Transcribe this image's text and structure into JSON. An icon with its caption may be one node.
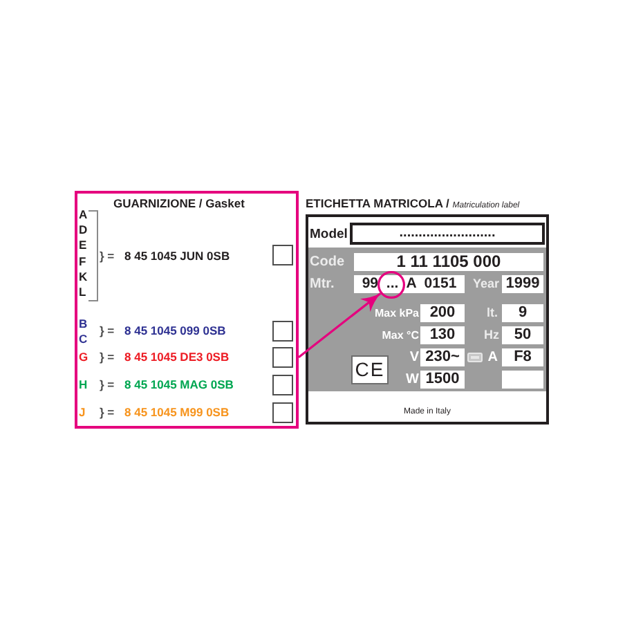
{
  "diagram": {
    "nodes": [
      {
        "text": [
          "GUARNIZIONE / Gasket"
        ]
      },
      {
        "text": [],
        "shape": "box",
        "in": 0
      },
      {
        "text": [],
        "shape": "box",
        "in": 0
      },
      {
        "text": [],
        "shape": "box",
        "in": 0
      },
      {
        "text": [],
        "shape": "box",
        "in": 0
      },
      {
        "text": [],
        "shape": "box",
        "in": 0
      },
      {
        "text": [
          "ETICHETTA MATRICOLA / *Matriculation label*",
          "Made in Italy"
        ]
      },
      {
        "text": [
          "........................."
        ],
        "beside": [
          "Model"
        ],
        "in": 6
      },
      {
        "text": [
          "1 11 1105 000"
        ],
        "beside": [
          "Code"
        ],
        "in": 6
      },
      {
        "text": [
          "99 ... A 0151"
        ],
        "beside": [
          "Mtr."
        ],
        "in": 6
      },
      {
        "text": [
          "1999"
        ],
        "beside": [
          "Year"
        ],
        "in": 6
      },
      {
        "text": [
          "200"
        ],
        "beside": [
          "Max kPa"
        ],
        "in": 6
      },
      {
        "text": [
          "9"
        ],
        "beside": [
          "lt."
        ],
        "in": 6
      },
      {
        "text": [
          "130"
        ],
        "beside": [
          "Max °C"
        ],
        "in": 6
      },
      {
        "text": [
          "50"
        ],
        "beside": [
          "Hz"
        ],
        "in": 6
      },
      {
        "text": [
          "230~"
        ],
        "beside": [
          "V"
        ],
        "in": 6
      },
      {
        "text": [
          "F8"
        ],
        "beside": [
          "A"
        ],
        "in": 6
      },
      {
        "text": [
          "CE"
        ],
        "in": 6
      },
      {
        "text": [
          "1500"
        ],
        "beside": [
          "W"
        ],
        "in": 6
      },
      {
        "text": [],
        "shape": "box",
        "in": 6
      },
      {
        "text": [],
        "shape": "circle",
        "in": 6
      }
    ],
    "edges": [
      {
        "from": 0,
        "to": 20,
        "arrow": "to",
        "color": "#e5007e"
      }
    ],
    "labels": [
      "A",
      "D",
      "E",
      "F",
      "K",
      "L",
      "} =",
      "8 45 1045 JUN 0SB",
      "B",
      "C",
      "} =",
      "8 45 1045 099 0SB",
      "G",
      "} =",
      "8 45 1045 DE3 0SB",
      "H",
      "} =",
      "8 45 1045 MAG 0SB",
      "J",
      "} =",
      "8 45 1045 M99 0SB"
    ]
  }
}
